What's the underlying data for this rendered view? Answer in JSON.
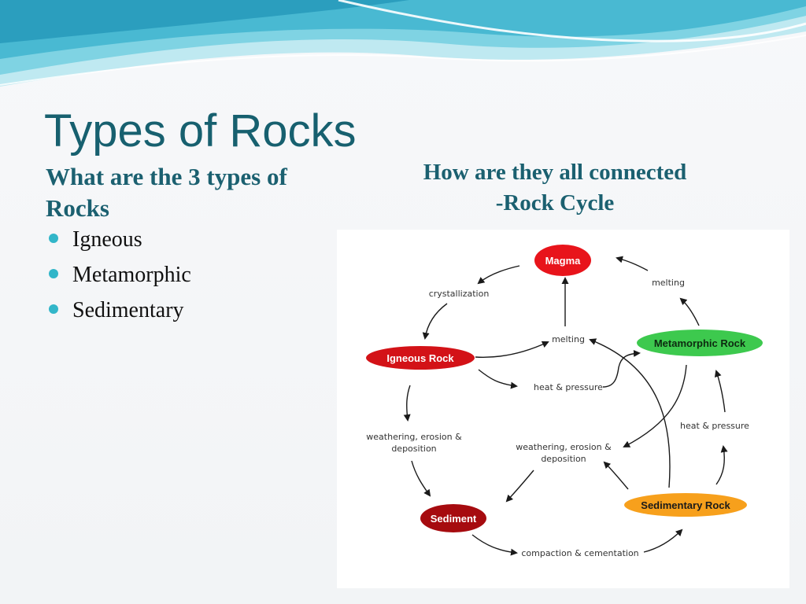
{
  "slide": {
    "title": "Types of Rocks",
    "left_heading": "What are the 3 types of Rocks",
    "right_heading_line1": "How are they all connected",
    "right_heading_line2": "-Rock Cycle",
    "rock_types": [
      "Igneous",
      "Metamorphic",
      "Sedimentary"
    ]
  },
  "diagram": {
    "nodes": {
      "magma": {
        "label": "Magma",
        "color": "#e8141b",
        "text_color": "#ffffff"
      },
      "igneous": {
        "label": "Igneous Rock",
        "color": "#d31217",
        "text_color": "#ffffff"
      },
      "metamorphic": {
        "label": "Metamorphic Rock",
        "color": "#3dc94e",
        "text_color": "#0d2a10"
      },
      "sediment": {
        "label": "Sediment",
        "color": "#a60b0f",
        "text_color": "#ffffff"
      },
      "sedimentary": {
        "label": "Sedimentary Rock",
        "color": "#f7a01c",
        "text_color": "#1a1a1a"
      }
    },
    "processes": {
      "crystallization": "crystallization",
      "melting_right": "melting",
      "melting_center": "melting",
      "heat_pressure_center": "heat & pressure",
      "weathering_left_1": "weathering, erosion &",
      "weathering_left_2": "deposition",
      "weathering_center_1": "weathering, erosion &",
      "weathering_center_2": "deposition",
      "heat_pressure_right": "heat & pressure",
      "compaction": "compaction & cementation"
    }
  },
  "colors": {
    "title": "#17606f",
    "bullet": "#32b6c9",
    "wave_light": "#bfe9f1",
    "wave_mid": "#7fd3e3",
    "wave_dark": "#3fb4cf"
  }
}
